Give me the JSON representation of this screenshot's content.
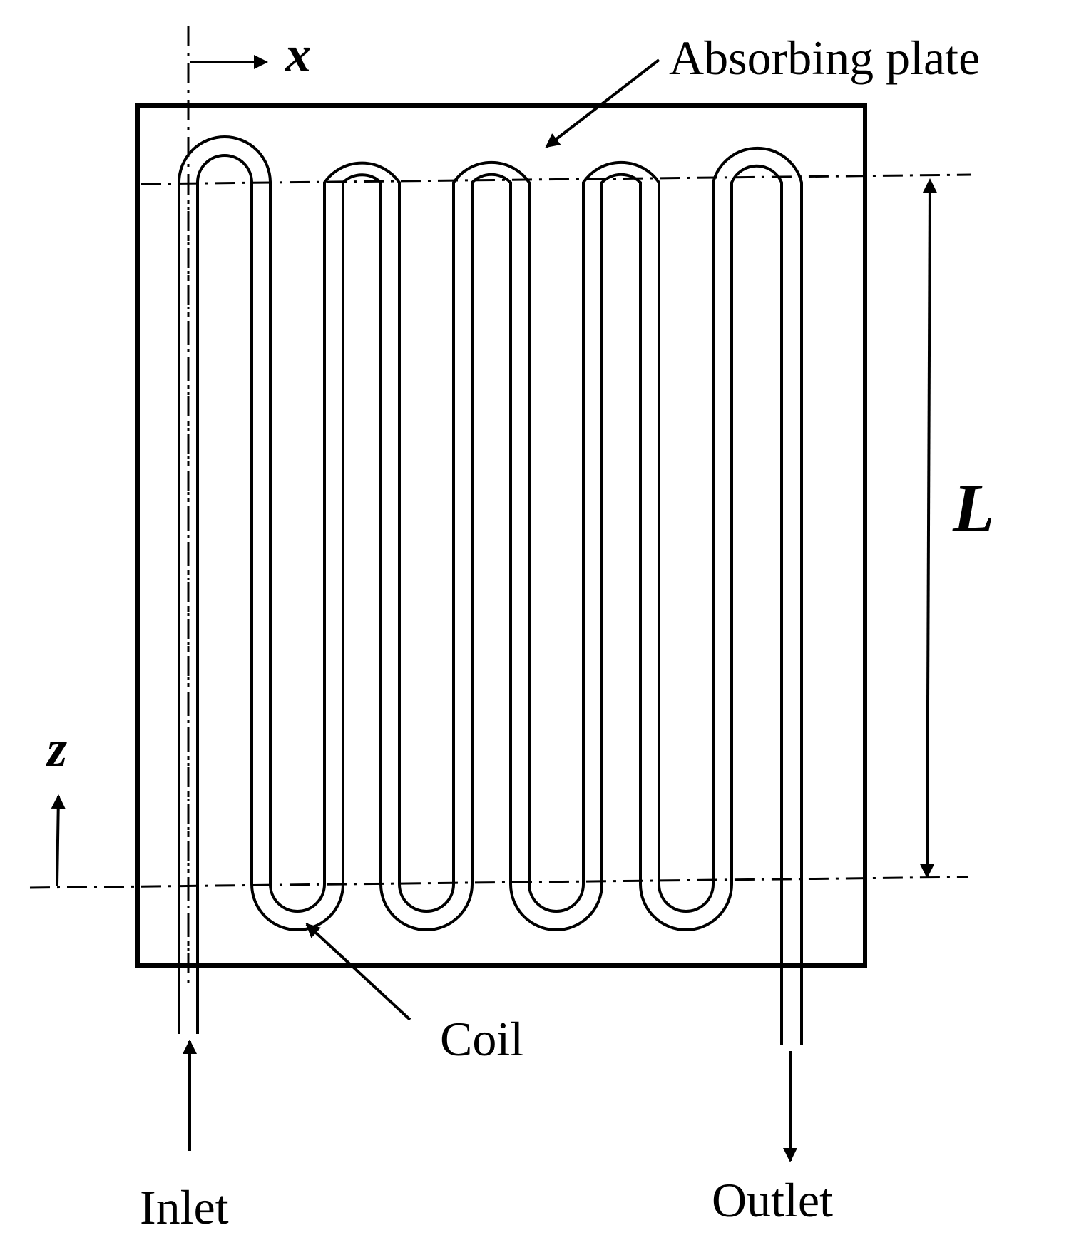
{
  "labels": {
    "absorbing_plate": "Absorbing plate",
    "coil": "Coil",
    "inlet": "Inlet",
    "outlet": "Outlet",
    "length": "L",
    "x_axis": "x",
    "z_axis": "z"
  },
  "colors": {
    "ink": "#000000",
    "background": "#ffffff"
  }
}
